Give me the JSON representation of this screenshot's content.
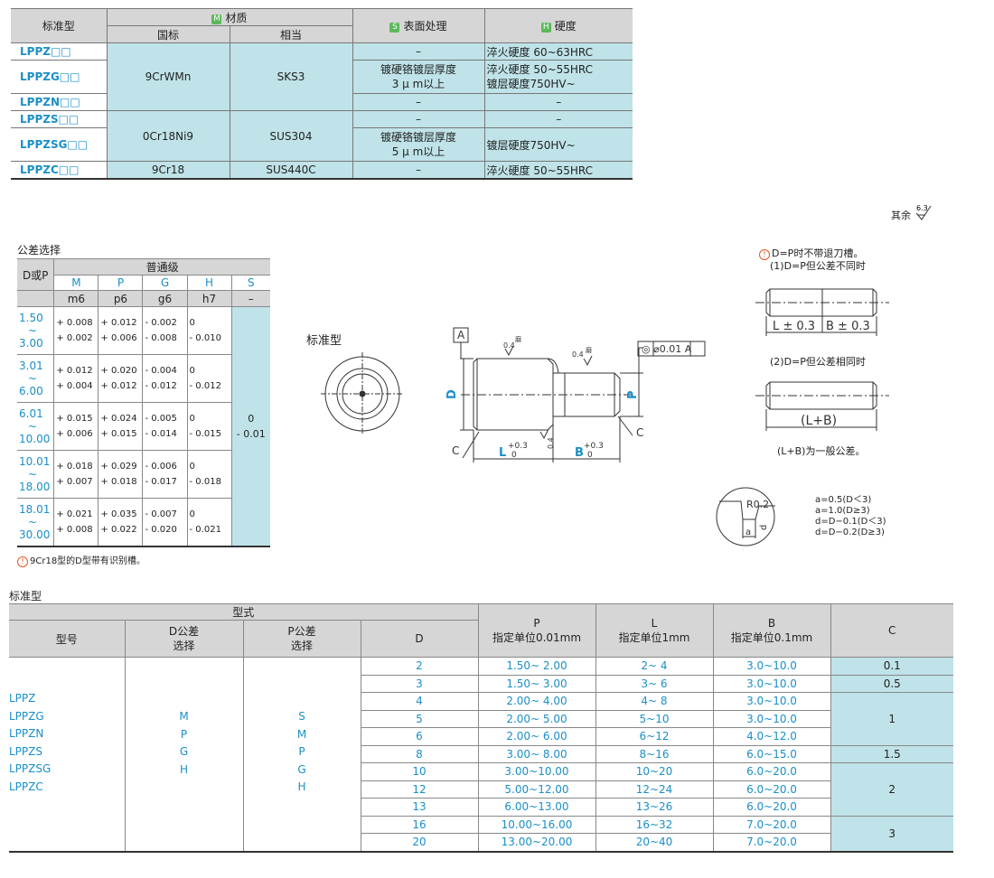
{
  "spec_table": {
    "header": {
      "type": "标准型",
      "material": "材质",
      "material_badge": "M",
      "gb": "国标",
      "equiv": "相当",
      "surface": "表面处理",
      "surface_badge": "S",
      "hardness": "硬度",
      "hardness_badge": "H"
    },
    "rows": [
      {
        "code": "LPPZ□□",
        "surface": "–",
        "hardness": "淬火硬度 60~63HRC"
      },
      {
        "code": "LPPZG□□",
        "surface": "镀硬铬镀层厚度\n3 μ m以上",
        "hardness": "淬火硬度 50~55HRC\n镀层硬度750HV~"
      },
      {
        "code": "LPPZN□□",
        "surface": "–",
        "hardness": "–"
      },
      {
        "code": "LPPZS□□",
        "surface": "–",
        "hardness": "–"
      },
      {
        "code": "LPPZSG□□",
        "surface": "镀硬铬镀层厚度\n5 μ m以上",
        "hardness": "镀层硬度750HV~"
      },
      {
        "code": "LPPZC□□",
        "gb": "9Cr18",
        "equiv": "SUS440C",
        "surface": "–",
        "hardness": "淬火硬度 50~55HRC"
      }
    ],
    "group1": {
      "gb": "9CrWMn",
      "equiv": "SKS3"
    },
    "group2": {
      "gb": "0Cr18Ni9",
      "equiv": "SUS304"
    }
  },
  "roughness_note": "其余",
  "roughness_value": "6.3",
  "tolerance": {
    "title": "公差选择",
    "col_d": "D或P",
    "level": "普通级",
    "grades": [
      "M",
      "P",
      "G",
      "H",
      "S"
    ],
    "fits": [
      "m6",
      "p6",
      "g6",
      "h7",
      "–"
    ],
    "ranges": [
      {
        "from": "1.50",
        "to": "3.00",
        "m6": [
          "+ 0.008",
          "+ 0.002"
        ],
        "p6": [
          "+ 0.012",
          "+ 0.006"
        ],
        "g6": [
          "- 0.002",
          "- 0.008"
        ],
        "h7": [
          "0",
          "- 0.010"
        ]
      },
      {
        "from": "3.01",
        "to": "6.00",
        "m6": [
          "+ 0.012",
          "+ 0.004"
        ],
        "p6": [
          "+ 0.020",
          "+ 0.012"
        ],
        "g6": [
          "- 0.004",
          "- 0.012"
        ],
        "h7": [
          "0",
          "- 0.012"
        ]
      },
      {
        "from": "6.01",
        "to": "10.00",
        "m6": [
          "+ 0.015",
          "+ 0.006"
        ],
        "p6": [
          "+ 0.024",
          "+ 0.015"
        ],
        "g6": [
          "- 0.005",
          "- 0.014"
        ],
        "h7": [
          "0",
          "- 0.015"
        ]
      },
      {
        "from": "10.01",
        "to": "18.00",
        "m6": [
          "+ 0.018",
          "+ 0.007"
        ],
        "p6": [
          "+ 0.029",
          "+ 0.018"
        ],
        "g6": [
          "- 0.006",
          "- 0.017"
        ],
        "h7": [
          "0",
          "- 0.018"
        ]
      },
      {
        "from": "18.01",
        "to": "30.00",
        "m6": [
          "+ 0.021",
          "+ 0.008"
        ],
        "p6": [
          "+ 0.035",
          "+ 0.022"
        ],
        "g6": [
          "- 0.007",
          "- 0.020"
        ],
        "h7": [
          "0",
          "- 0.021"
        ]
      }
    ],
    "s_value": [
      "0",
      "- 0.01"
    ],
    "tilde": "~",
    "footnote": "9Cr18型的D型带有识别槽。"
  },
  "drawing": {
    "label": "标准型",
    "datum": "A",
    "concentricity": "◎ ⌀0.01 A",
    "dim_D": "D",
    "dim_P": "P",
    "dim_L": "L",
    "dim_B": "B",
    "tol_upper": "+0.3",
    "tol_lower": "0",
    "chamfer": "C",
    "rough": "0.4",
    "rough_mark": "磨"
  },
  "notes_right": {
    "line1": "D=P时不带退刀槽。",
    "line2": "(1)D=P但公差不同时",
    "dim_left": "L ± 0.3",
    "dim_right": "B ± 0.3",
    "line3": "(2)D=P但公差相同时",
    "dim_sum": "(L+B)",
    "line4": "(L+B)为一般公差。",
    "detail_r": "R0.2",
    "detail_a": "a",
    "detail_d": "d",
    "formulas": [
      "a=0.5(D＜3)",
      "a=1.0(D≥3)",
      "d=D−0.1(D＜3)",
      "d=D−0.2(D≥3)"
    ]
  },
  "main_table": {
    "title": "标准型",
    "header": {
      "form": "型式",
      "model": "型号",
      "d_tol": "D公差\n选择",
      "p_tol": "P公差\n选择",
      "d": "D",
      "p": "P\n指定单位0.01mm",
      "l": "L\n指定单位1mm",
      "b": "B\n指定单位0.1mm",
      "c": "C"
    },
    "models": [
      "LPPZ",
      "LPPZG",
      "LPPZN",
      "LPPZS",
      "LPPZSG",
      "LPPZC"
    ],
    "d_tol_options": [
      "M",
      "P",
      "G",
      "H"
    ],
    "p_tol_options": [
      "S",
      "M",
      "P",
      "G",
      "H"
    ],
    "rows": [
      {
        "d": "2",
        "p": "1.50~ 2.00",
        "l": "2~ 4",
        "b": "3.0~10.0"
      },
      {
        "d": "3",
        "p": "1.50~ 3.00",
        "l": "3~ 6",
        "b": "3.0~10.0"
      },
      {
        "d": "4",
        "p": "2.00~ 4.00",
        "l": "4~ 8",
        "b": "3.0~10.0"
      },
      {
        "d": "5",
        "p": "2.00~ 5.00",
        "l": "5~10",
        "b": "3.0~10.0"
      },
      {
        "d": "6",
        "p": "2.00~ 6.00",
        "l": "6~12",
        "b": "4.0~12.0"
      },
      {
        "d": "8",
        "p": "3.00~ 8.00",
        "l": "8~16",
        "b": "6.0~15.0"
      },
      {
        "d": "10",
        "p": "3.00~10.00",
        "l": "10~20",
        "b": "6.0~20.0"
      },
      {
        "d": "12",
        "p": "5.00~12.00",
        "l": "12~24",
        "b": "6.0~20.0"
      },
      {
        "d": "13",
        "p": "6.00~13.00",
        "l": "13~26",
        "b": "6.0~20.0"
      },
      {
        "d": "16",
        "p": "10.00~16.00",
        "l": "16~32",
        "b": "7.0~20.0"
      },
      {
        "d": "20",
        "p": "13.00~20.00",
        "l": "20~40",
        "b": "7.0~20.0"
      }
    ],
    "c_values": [
      "0.1",
      "0.5",
      "1",
      "1.5",
      "2",
      "3"
    ]
  }
}
